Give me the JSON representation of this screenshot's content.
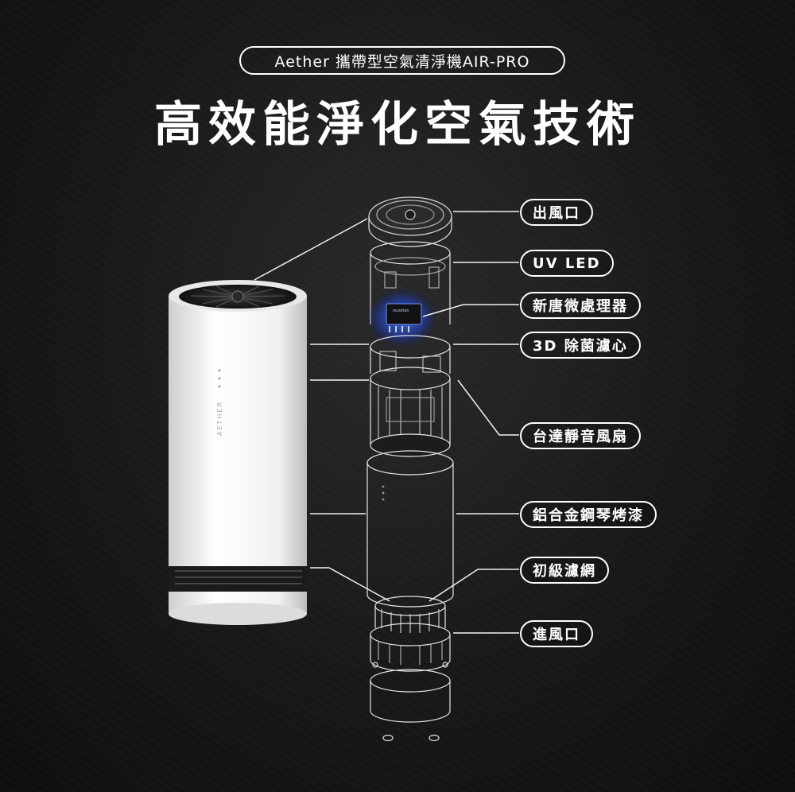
{
  "header": {
    "pill_text": "Aether 攜帶型空氣清淨機AIR-PRO",
    "headline": "高效能淨化空氣技術"
  },
  "device": {
    "side_text": "AETHER"
  },
  "labels": [
    "出風口",
    "UV LED",
    "新唐微處理器",
    "3D 除菌濾心",
    "台達靜音風扇",
    "鋁合金鋼琴烤漆",
    "初級濾網",
    "進風口"
  ],
  "colors": {
    "background": "#161616",
    "line": "#ffffff",
    "chip_glow": "#2a5cff",
    "device_body": "#f2f2f2"
  }
}
